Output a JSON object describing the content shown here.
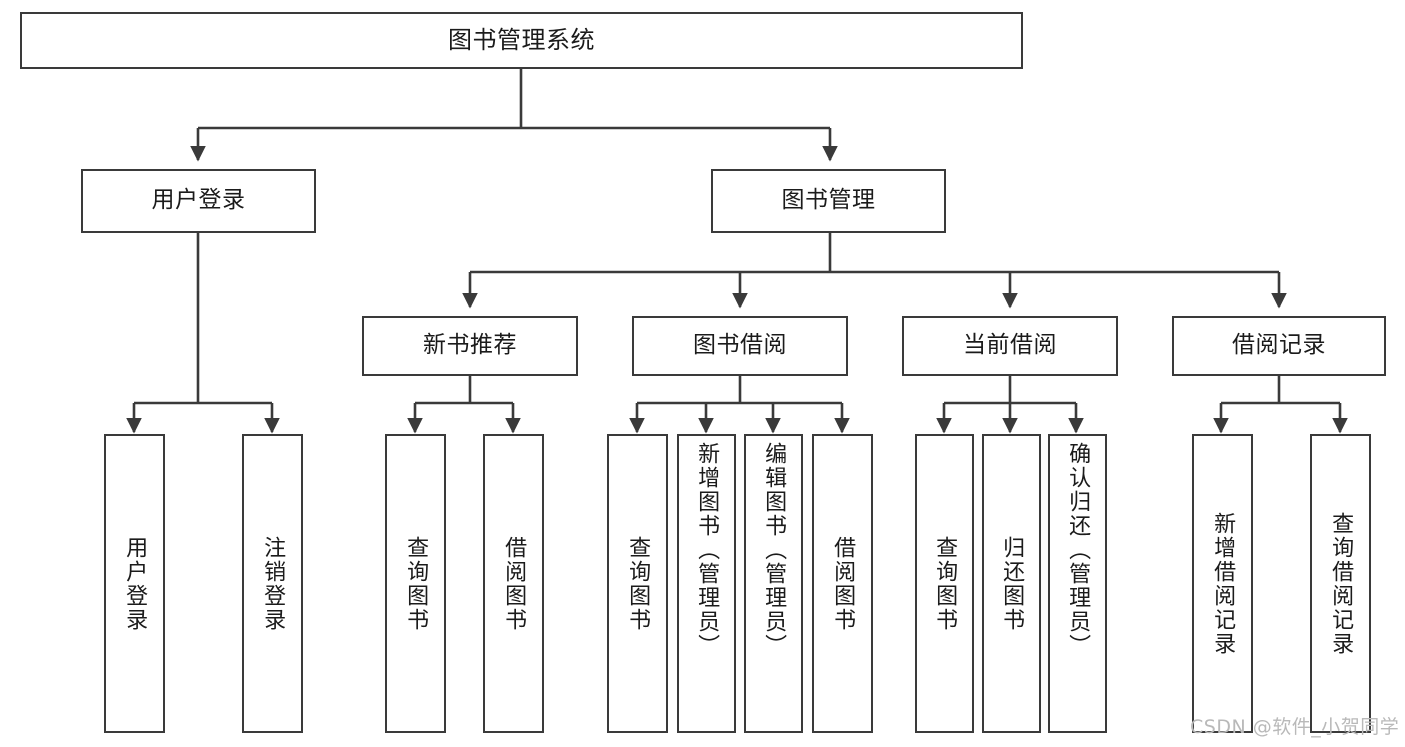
{
  "diagram": {
    "type": "tree-hierarchy-flowchart",
    "root": {
      "label": "图书管理系统"
    },
    "level2": [
      {
        "label": "用户登录"
      },
      {
        "label": "图书管理"
      }
    ],
    "level3": [
      {
        "label": "新书推荐"
      },
      {
        "label": "图书借阅"
      },
      {
        "label": "当前借阅"
      },
      {
        "label": "借阅记录"
      }
    ],
    "leaves": {
      "user_login": [
        {
          "label": "用户登录"
        },
        {
          "label": "注销登录"
        }
      ],
      "new_book_recommend": [
        {
          "label": "查询图书"
        },
        {
          "label": "借阅图书"
        }
      ],
      "book_borrow": [
        {
          "label": "查询图书"
        },
        {
          "label": "新增图书（管理员）"
        },
        {
          "label": "编辑图书（管理员）"
        },
        {
          "label": "借阅图书"
        }
      ],
      "current_borrow": [
        {
          "label": "查询图书"
        },
        {
          "label": "归还图书"
        },
        {
          "label": "确认归还（管理员）"
        }
      ],
      "borrow_records": [
        {
          "label": "新增借阅记录"
        },
        {
          "label": "查询借阅记录"
        }
      ]
    }
  },
  "watermark": {
    "text": "CSDN @软件_小贺同学"
  },
  "colors": {
    "stroke": "#3a3a3a",
    "background": "#ffffff",
    "text": "#1b1b1b",
    "watermark": "#b9b9b9"
  }
}
